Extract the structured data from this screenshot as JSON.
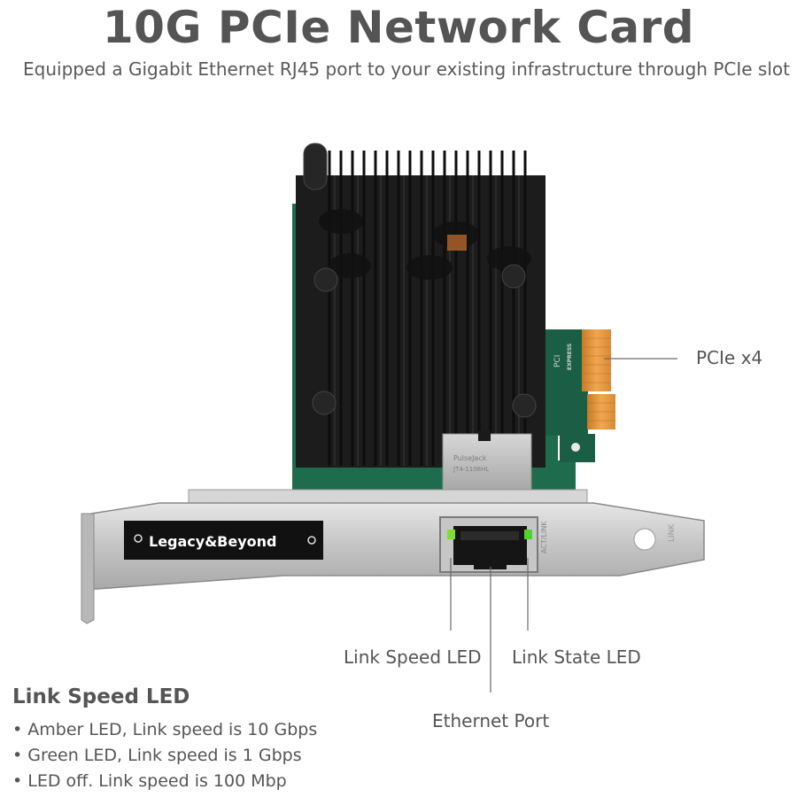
{
  "header": {
    "title": "10G PCIe Network Card",
    "subtitle": "Equipped a Gigabit Ethernet RJ45 port to your existing infrastructure through PCIe slot"
  },
  "product": {
    "brand_label": "Legacy&Beyond",
    "pcie_logo": "PCI EXPRESS",
    "jack_print": "PulseJack JT4-1108HL",
    "bracket_print": "ACT/LINK"
  },
  "callouts": {
    "pcie": "PCIe x4",
    "link_speed_led": "Link Speed LED",
    "link_state_led": "Link State LED",
    "ethernet_port": "Ethernet Port"
  },
  "legend": {
    "title": "Link Speed LED",
    "items": [
      "Amber LED, Link speed is 10 Gbps",
      "Green LED, Link speed is 1 Gbps",
      "LED off. Link speed is 100 Mbp"
    ]
  },
  "colors": {
    "heatsink": "#1c1c1c",
    "pcb": "#1f6b4e",
    "gold_contacts": "#e0943a",
    "bracket": "#c9c9c9",
    "led_green": "#7ee02c"
  }
}
